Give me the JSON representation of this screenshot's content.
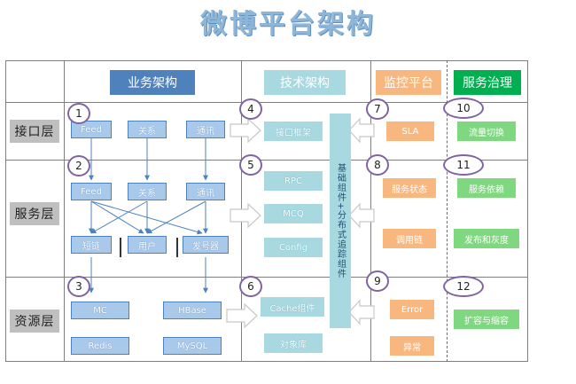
{
  "title": "微博平台架构",
  "headers": {
    "business": "业务架构",
    "tech": "技术架构",
    "monitor": "监控平台",
    "governance": "服务治理"
  },
  "layers": {
    "interface": "接口层",
    "service": "服务层",
    "resource": "资源层"
  },
  "business": {
    "interface": [
      "Feed",
      "关系",
      "通讯"
    ],
    "service_top": [
      "Feed",
      "关系",
      "通讯"
    ],
    "service_bottom": [
      "短链",
      "用户",
      "发号器"
    ],
    "resource": [
      "MC",
      "HBase",
      "Redis",
      "MySQL"
    ]
  },
  "tech": {
    "interface": "接口框架",
    "service": [
      "RPC",
      "MCQ",
      "Config"
    ],
    "resource": [
      "Cache组件",
      "对象库"
    ],
    "bar": "基础组件+分布式追踪组件"
  },
  "monitor": {
    "interface": "SLA",
    "service": [
      "服务状态",
      "调用链"
    ],
    "resource": [
      "Error",
      "异常"
    ]
  },
  "governance": {
    "interface": "流量切换",
    "service": [
      "服务依赖",
      "发布和灰度"
    ],
    "resource": "扩容与缩容"
  },
  "markers": [
    "1",
    "2",
    "3",
    "4",
    "5",
    "6",
    "7",
    "8",
    "9",
    "10",
    "11",
    "12"
  ],
  "colors": {
    "business_header": "#4f81bd",
    "tech_header": "#a8d8e0",
    "monitor_header": "#f8b77f",
    "governance_header": "#00b050"
  }
}
